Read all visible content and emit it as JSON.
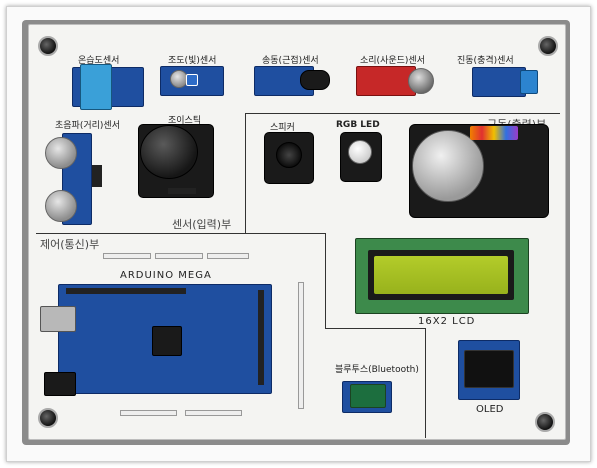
{
  "board": {
    "sections": {
      "sensor_input": "센서(입력)부",
      "drive_output": "구동(출력)부",
      "control_comm": "제어(통신)부"
    },
    "modules": {
      "temp_humidity": "온습도센서",
      "light": "조도(빛)센서",
      "proximity": "송동(근접)센서",
      "sound": "소리(사운드)센서",
      "vibration": "진동(충격)센서",
      "ultrasonic": "초음파(거리)센서",
      "joystick": "조이스틱",
      "speaker": "스피커",
      "rgb_led": "RGB LED",
      "arduino": "ARDUINO MEGA",
      "lcd": "16X2 LCD",
      "bluetooth": "블루투스(Bluetooth)",
      "oled": "OLED"
    }
  }
}
